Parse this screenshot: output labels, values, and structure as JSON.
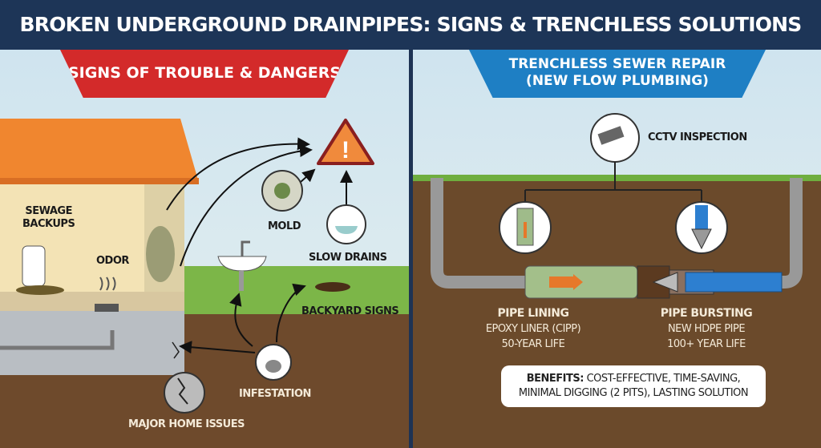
{
  "title": "BROKEN UNDERGROUND DRAINPIPES: SIGNS & TRENCHLESS SOLUTIONS",
  "left": {
    "banner": "SIGNS OF TROUBLE & DANGERS",
    "labels": {
      "sewage_backups": "SEWAGE\nBACKUPS",
      "odor": "ODOR",
      "mold": "MOLD",
      "slow_drains": "SLOW DRAINS",
      "backyard_signs": "BACKYARD SIGNS",
      "infestation": "INFESTATION",
      "major_home_issues": "MAJOR HOME ISSUES"
    },
    "colors": {
      "banner": "#d32a2a",
      "roof": "#f0862f",
      "warning": "#f08a3c"
    }
  },
  "right": {
    "banner_line1": "TRENCHLESS SEWER REPAIR",
    "banner_line2": "(NEW FLOW PLUMBING)",
    "cctv": "CCTV INSPECTION",
    "methods": [
      {
        "title": "PIPE LINING",
        "line1": "EPOXY LINER (CIPP)",
        "line2": "50-YEAR LIFE"
      },
      {
        "title": "PIPE BURSTING",
        "line1": "NEW HDPE PIPE",
        "line2": "100+ YEAR LIFE"
      }
    ],
    "benefits_label": "BENEFITS:",
    "benefits_line1": "COST-EFFECTIVE, TIME-SAVING,",
    "benefits_line2": "MINIMAL DIGGING (2 PITS), LASTING SOLUTION",
    "colors": {
      "banner": "#1e7fc4",
      "soil": "#6b4a2b",
      "new_pipe": "#2d7fd0"
    }
  }
}
